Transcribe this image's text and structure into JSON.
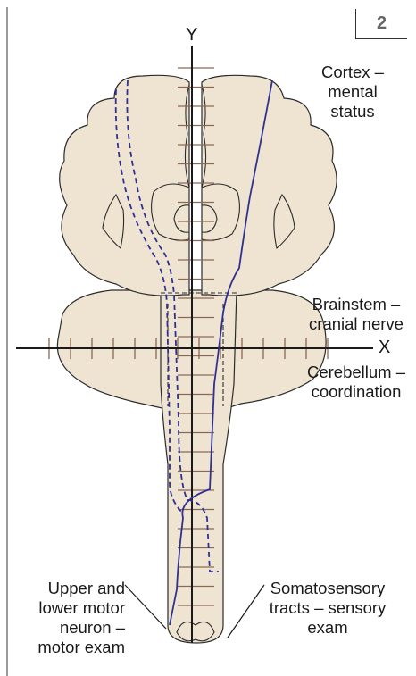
{
  "figure_number": "2",
  "axes": {
    "y_label": "Y",
    "x_label": "X"
  },
  "labels": {
    "cortex": [
      "Cortex –",
      "mental",
      "status"
    ],
    "brainstem": [
      "Brainstem –",
      "cranial nerve"
    ],
    "cerebellum": [
      "Cerebellum –",
      "coordination"
    ],
    "motor": [
      "Upper and",
      "lower motor",
      "neuron –",
      "motor exam"
    ],
    "sensory": [
      "Somatosensory",
      "tracts – sensory",
      "exam"
    ]
  },
  "colors": {
    "brain_fill": "#efe4d2",
    "outline": "#2b2b2b",
    "tick": "#8a6a55",
    "tract": "#2e3192"
  }
}
